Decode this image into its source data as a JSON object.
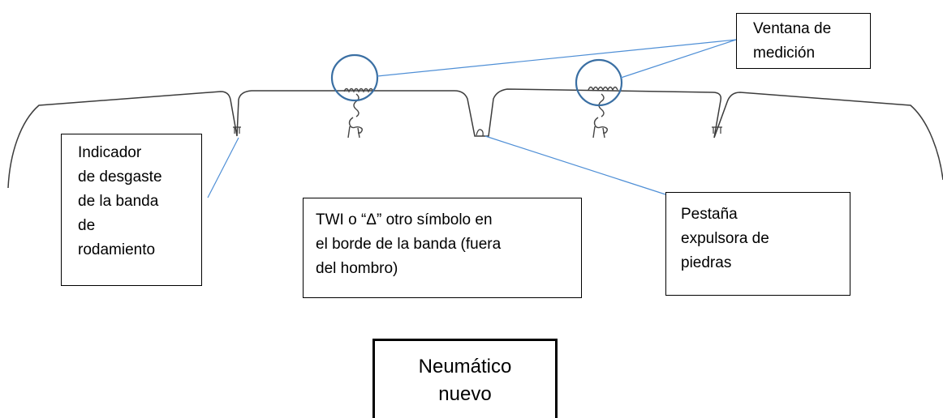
{
  "labels": {
    "ventana": [
      "Ventana de",
      "medición"
    ],
    "indicador": [
      "Indicador",
      "de desgaste",
      "de la banda",
      "de",
      "rodamiento"
    ],
    "twi": [
      "TWI o “Δ” otro símbolo en",
      "el borde de la banda (fuera",
      "del hombro)"
    ],
    "pestana": [
      "Pestaña",
      "expulsora de",
      "piedras"
    ],
    "neumatico": [
      "Neumático",
      "nuevo"
    ]
  },
  "colors": {
    "profile_stroke": "#3c3c3c",
    "leader_line": "#4f8fd6",
    "measurement_circle": "#3a6fa3",
    "box_border": "#000000"
  }
}
